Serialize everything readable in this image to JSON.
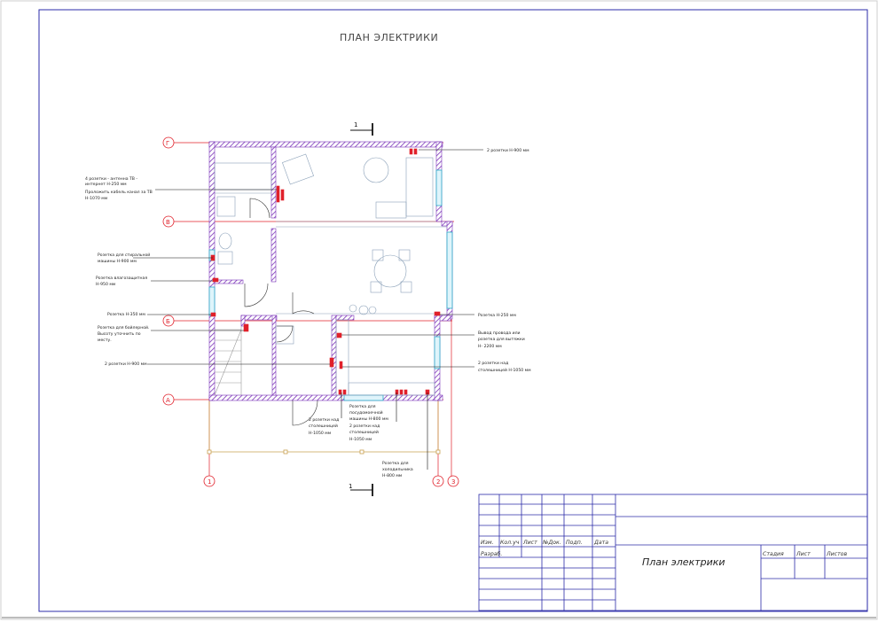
{
  "drawing": {
    "title": "ПЛАН ЭЛЕКТРИКИ",
    "section_mark": "1",
    "axes": {
      "horizontal": [
        "Г",
        "В",
        "Б",
        "А"
      ],
      "vertical": [
        "1",
        "2",
        "3"
      ]
    },
    "notes": [
      {
        "lines": [
          "2 розетки Н-900 мм"
        ]
      },
      {
        "lines": [
          "4 розетки - антенна ТВ -",
          "интернет Н-250 мм",
          "Проложить кабель канал за ТВ",
          "Н-1070 мм"
        ]
      },
      {
        "lines": [
          "Розетка для стиральной",
          "машины Н-900 мм"
        ]
      },
      {
        "lines": [
          "Розетка влагозащитная",
          "Н-950 мм"
        ]
      },
      {
        "lines": [
          "Розетка Н-350 мм"
        ]
      },
      {
        "lines": [
          "Розетка для бойлерной.",
          "Высоту уточнить по",
          "месту."
        ]
      },
      {
        "lines": [
          "2 розетки Н-900 мм"
        ]
      },
      {
        "lines": [
          "Розетка Н-250 мм"
        ]
      },
      {
        "lines": [
          "Вывод провода или",
          "розетка для вытяжки",
          "Н- 2200 мм"
        ]
      },
      {
        "lines": [
          "2 розетки над",
          "столешницей Н-1050 мм"
        ]
      },
      {
        "lines": [
          "Розетка для",
          "посудомоечной",
          "машины Н-800 мм",
          "2 розетки над",
          "столешницей",
          "Н-1050 мм"
        ]
      },
      {
        "lines": [
          "2 розетки над",
          "столешницей",
          "Н-1050 мм"
        ]
      },
      {
        "lines": [
          "Розетка для",
          "холодильника",
          "Н-800 мм"
        ]
      }
    ]
  },
  "title_block": {
    "headers": [
      "Изм.",
      "Кол.уч",
      "Лист",
      "№Док.",
      "Подп.",
      "Дата"
    ],
    "row_label": "Разраб.",
    "sheet_title": "План электрики",
    "stage_labels": [
      "Стадия",
      "Лист",
      "Листов"
    ]
  },
  "colors": {
    "frame": "#2b2ba8",
    "wall_hatch": "#7a32b8",
    "axis": "#e0202a",
    "socket": "#e0202a",
    "window": "#2aa8c8",
    "furniture": "#8aa0b8",
    "terrace": "#c8a050"
  }
}
